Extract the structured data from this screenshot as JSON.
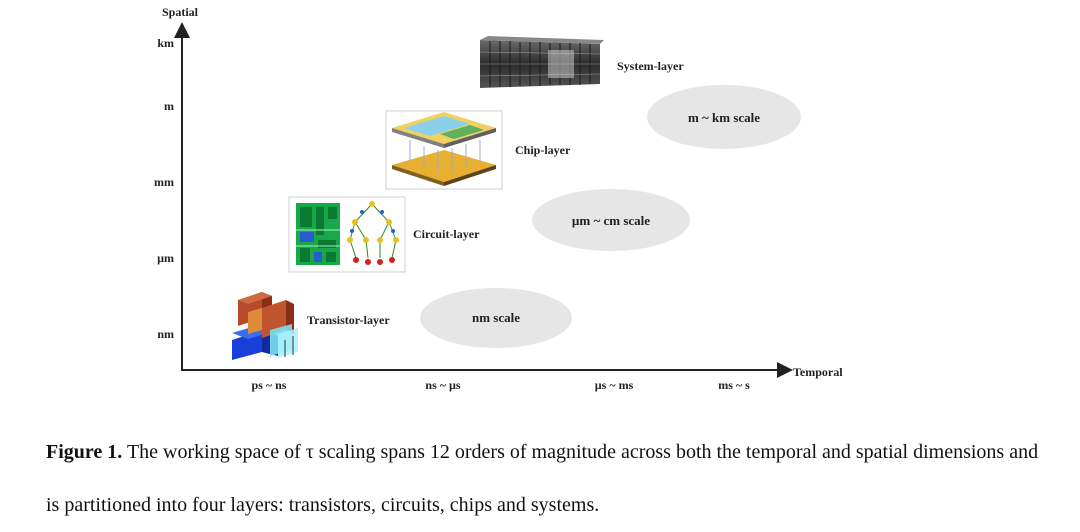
{
  "axes": {
    "y_title": "Spatial",
    "x_title": "Temporal",
    "y_ticks": [
      "km",
      "m",
      "mm",
      "µm",
      "nm"
    ],
    "x_ticks": [
      "ps ~ ns",
      "ns ~ µs",
      "µs ~ ms",
      "ms ~ s"
    ]
  },
  "layers": [
    {
      "label": "Transistor-layer",
      "icon": "transistor-icon"
    },
    {
      "label": "Circuit-layer",
      "icon": "circuit-icon"
    },
    {
      "label": "Chip-layer",
      "icon": "chip-icon"
    },
    {
      "label": "System-layer",
      "icon": "server-rack-icon"
    }
  ],
  "scales": [
    "nm scale",
    "µm ~ cm scale",
    "m ~ km scale"
  ],
  "caption": {
    "label": "Figure 1.",
    "text": "The working space of τ scaling spans 12 orders of magnitude across both the temporal and spatial dimensions and is partitioned into four layers: transistors, circuits, chips and systems."
  },
  "colors": {
    "ellipse": "#e6e6e6",
    "axis": "#222222"
  }
}
